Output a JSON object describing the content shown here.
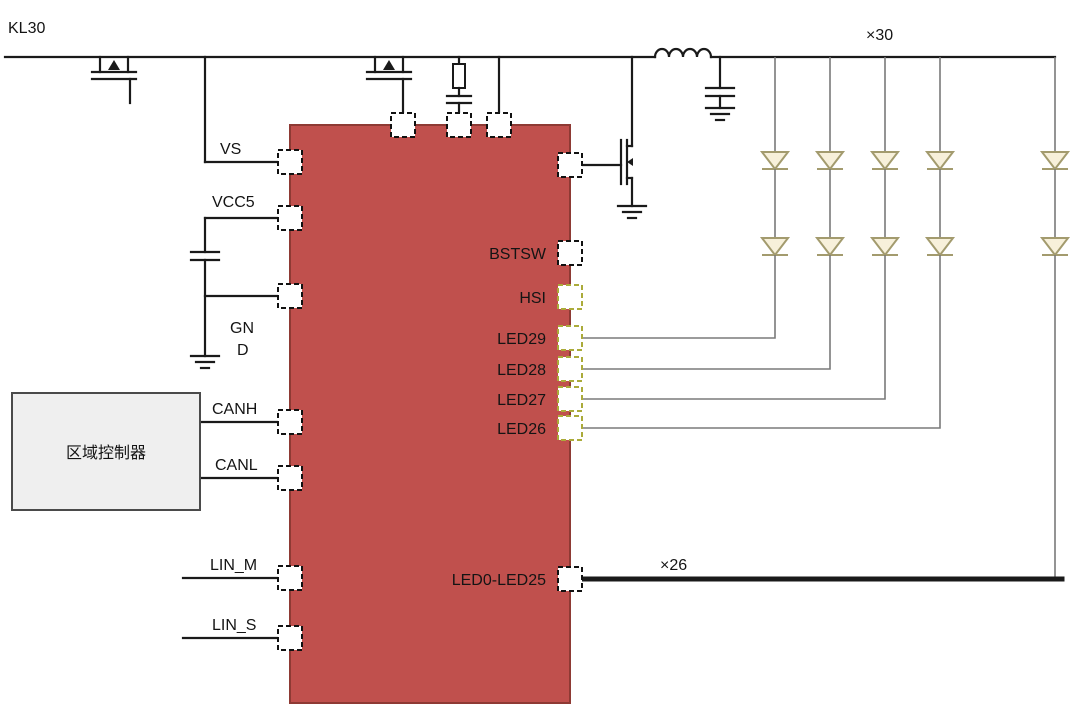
{
  "labels": {
    "supply": "KL30",
    "led_count_top": "×30",
    "led_count_bus": "×26",
    "zone_controller": "区域控制器"
  },
  "ic": {
    "left_pins": {
      "vs": "VS",
      "vcc5": "VCC5",
      "gnd_line1": "GN",
      "gnd_line2": "D",
      "canh": "CANH",
      "canl": "CANL",
      "lin_m": "LIN_M",
      "lin_s": "LIN_S"
    },
    "right_pins": {
      "bstsw": "BSTSW",
      "hsi": "HSI",
      "led29": "LED29",
      "led28": "LED28",
      "led27": "LED27",
      "led26": "LED26",
      "led0_25": "LED0-LED25"
    }
  },
  "colors": {
    "wire": "#1a1a1a",
    "ic_fill": "#c0504d",
    "ic_border": "#8e3a34",
    "led_wire": "#7a7a7a",
    "led_fill": "#f7f0da",
    "led_stroke": "#a39b6e",
    "pin_fill": "#ffffff",
    "pin_border": "#111111",
    "pin_border_alt": "#abab3a",
    "box_fill": "#efefef",
    "box_border": "#4a4a4a"
  }
}
